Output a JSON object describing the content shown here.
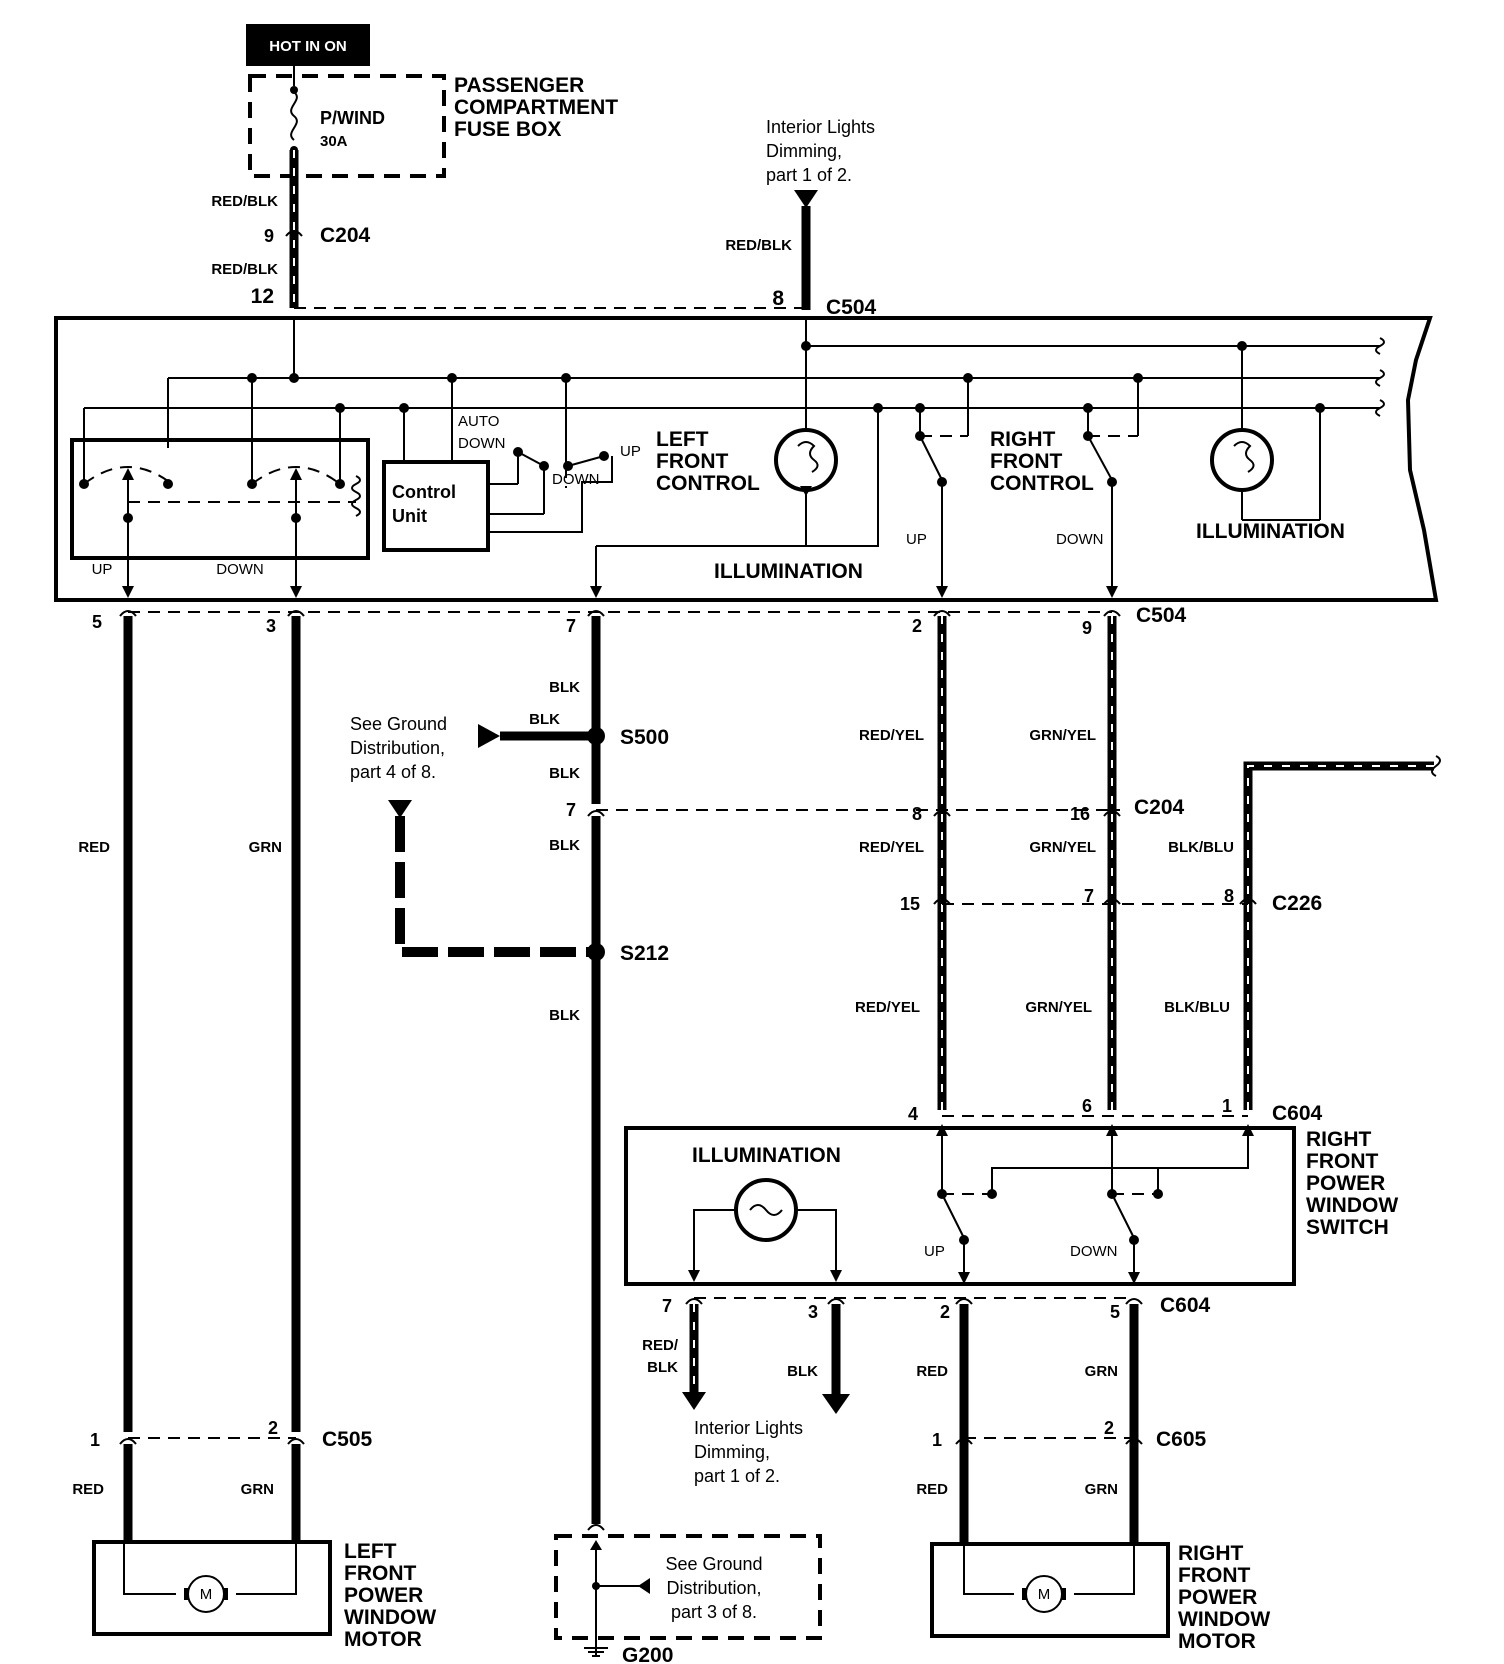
{
  "power": {
    "hot_in_on": "HOT IN ON",
    "fuse_name": "P/WIND",
    "fuse_rating": "30A",
    "fuse_box_line1": "PASSENGER",
    "fuse_box_line2": "COMPARTMENT",
    "fuse_box_line3": "FUSE BOX"
  },
  "interior_top": {
    "line1": "Interior Lights",
    "line2": "Dimming,",
    "line3": "part 1 of 2."
  },
  "wires": {
    "red_blk": "RED/BLK",
    "red_blk_split_1": "RED/",
    "red_blk_split_2": "BLK",
    "blk": "BLK",
    "red": "RED",
    "grn": "GRN",
    "red_yel": "RED/YEL",
    "grn_yel": "GRN/YEL",
    "blk_blu": "BLK/BLU"
  },
  "connectors": {
    "c204": "C204",
    "c504": "C504",
    "c505": "C505",
    "c226": "C226",
    "c604": "C604",
    "c605": "C605",
    "s500": "S500",
    "s212": "S212",
    "g200": "G200"
  },
  "pins": {
    "p1": "1",
    "p2": "2",
    "p3": "3",
    "p4": "4",
    "p5": "5",
    "p6": "6",
    "p7": "7",
    "p8": "8",
    "p9": "9",
    "p12": "12",
    "p15": "15",
    "p16": "16"
  },
  "master_switch": {
    "control_line1": "Control",
    "control_line2": "Unit",
    "auto": "AUTO",
    "down": "DOWN",
    "up": "UP",
    "left_line1": "LEFT",
    "left_line2": "FRONT",
    "left_line3": "CONTROL",
    "right_line1": "RIGHT",
    "right_line2": "FRONT",
    "right_line3": "CONTROL",
    "illumination": "ILLUMINATION"
  },
  "ground_s500": {
    "line1": "See Ground",
    "line2": "Distribution,",
    "line3": "part 4 of 8."
  },
  "right_switch": {
    "line1": "RIGHT",
    "line2": "FRONT",
    "line3": "POWER",
    "line4": "WINDOW",
    "line5": "SWITCH",
    "illumination": "ILLUMINATION",
    "up": "UP",
    "down": "DOWN"
  },
  "interior_bottom": {
    "line1": "Interior Lights",
    "line2": "Dimming,",
    "line3": "part 1 of 2."
  },
  "ground_g200": {
    "line1": "See Ground",
    "line2": "Distribution,",
    "line3": "part 3 of 8."
  },
  "left_motor": {
    "line1": "LEFT",
    "line2": "FRONT",
    "line3": "POWER",
    "line4": "WINDOW",
    "line5": "MOTOR",
    "symbol": "M"
  },
  "right_motor": {
    "line1": "RIGHT",
    "line2": "FRONT",
    "line3": "POWER",
    "line4": "WINDOW",
    "line5": "MOTOR",
    "symbol": "M"
  }
}
